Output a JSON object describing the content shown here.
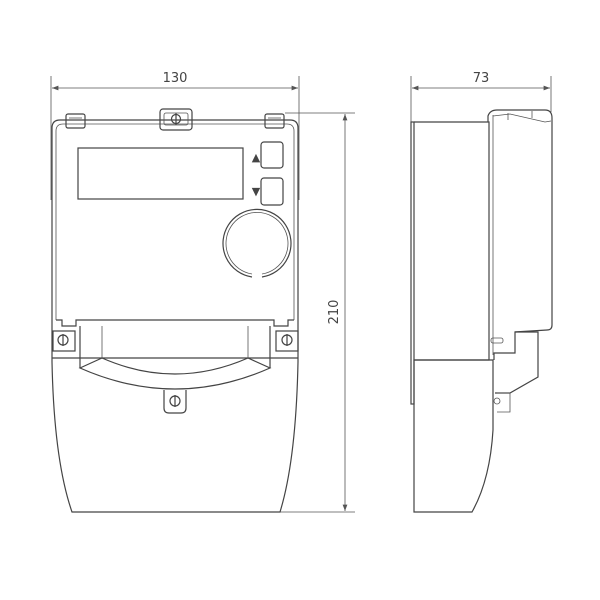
{
  "drawing": {
    "front_view": {
      "width_dimension": "130",
      "height_dimension": "210",
      "button_up_symbol": "▲",
      "button_down_symbol": "▼"
    },
    "side_view": {
      "depth_dimension": "73"
    },
    "line_color": "#444444"
  }
}
